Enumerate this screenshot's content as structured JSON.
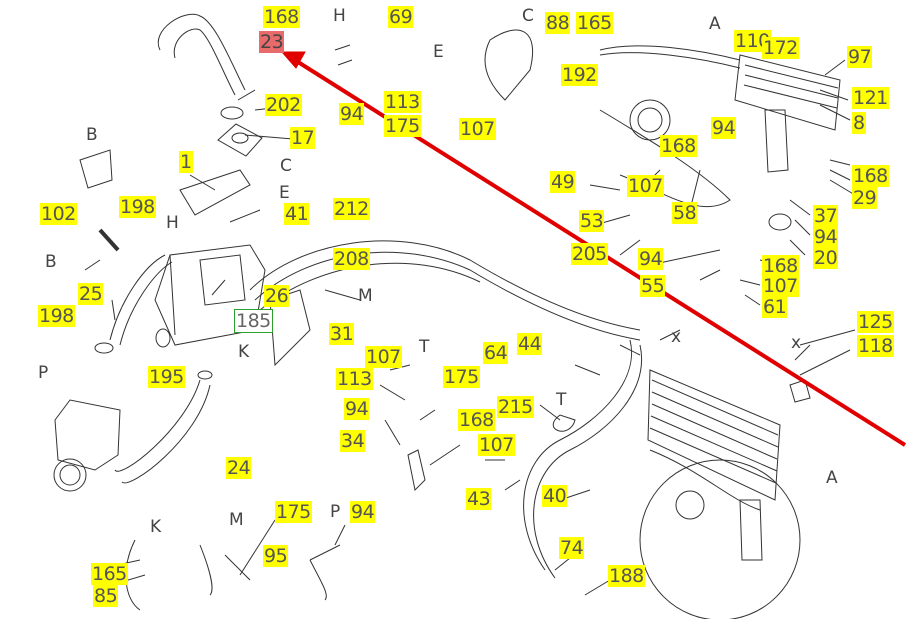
{
  "diagram": {
    "selected_callout": "23",
    "boxed_callout": "185",
    "colors": {
      "highlight": "#ffff00",
      "selected": "#e86a6a",
      "arrow": "#e00000",
      "box_border": "#2ca02c"
    },
    "callouts": [
      "168",
      "23",
      "69",
      "88",
      "165",
      "110",
      "172",
      "97",
      "192",
      "202",
      "94",
      "113",
      "175",
      "107",
      "121",
      "8",
      "17",
      "1",
      "168",
      "94",
      "107",
      "168",
      "29",
      "49",
      "107",
      "58",
      "102",
      "198",
      "41",
      "212",
      "37",
      "94",
      "20",
      "53",
      "205",
      "94",
      "55",
      "168",
      "107",
      "61",
      "208",
      "26",
      "25",
      "198",
      "185",
      "31",
      "125",
      "118",
      "64",
      "44",
      "107",
      "113",
      "175",
      "195",
      "94",
      "34",
      "168",
      "107",
      "215",
      "24",
      "43",
      "40",
      "74",
      "188",
      "175",
      "94",
      "165",
      "85",
      "95"
    ],
    "view_letters": [
      "H",
      "C",
      "E",
      "A",
      "B",
      "C",
      "E",
      "B",
      "H",
      "M",
      "K",
      "P",
      "X",
      "T",
      "T",
      "X",
      "A",
      "K",
      "M",
      "P"
    ]
  }
}
